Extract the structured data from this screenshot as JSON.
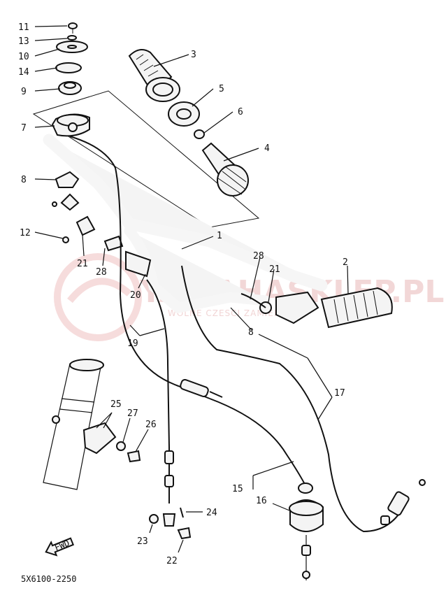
{
  "diagram": {
    "code": "5X6100-2250",
    "fwd_label": "FWD",
    "watermark": {
      "text": "YAMAHASKLEP.PL",
      "subtext": "WOLNE CZESCI ZAMIENNE"
    },
    "callouts": [
      {
        "id": "c11",
        "label": "11"
      },
      {
        "id": "c13",
        "label": "13"
      },
      {
        "id": "c10",
        "label": "10"
      },
      {
        "id": "c14",
        "label": "14"
      },
      {
        "id": "c9",
        "label": "9"
      },
      {
        "id": "c7",
        "label": "7"
      },
      {
        "id": "c8a",
        "label": "8"
      },
      {
        "id": "c12",
        "label": "12"
      },
      {
        "id": "c21a",
        "label": "21"
      },
      {
        "id": "c28a",
        "label": "28"
      },
      {
        "id": "c3",
        "label": "3"
      },
      {
        "id": "c5",
        "label": "5"
      },
      {
        "id": "c6",
        "label": "6"
      },
      {
        "id": "c4",
        "label": "4"
      },
      {
        "id": "c1",
        "label": "1"
      },
      {
        "id": "c28b",
        "label": "28"
      },
      {
        "id": "c21b",
        "label": "21"
      },
      {
        "id": "c2",
        "label": "2"
      },
      {
        "id": "c20",
        "label": "20"
      },
      {
        "id": "c19",
        "label": "19"
      },
      {
        "id": "c8b",
        "label": "8"
      },
      {
        "id": "c17",
        "label": "17"
      },
      {
        "id": "c25",
        "label": "25"
      },
      {
        "id": "c27",
        "label": "27"
      },
      {
        "id": "c26",
        "label": "26"
      },
      {
        "id": "c15",
        "label": "15"
      },
      {
        "id": "c16",
        "label": "16"
      },
      {
        "id": "c24",
        "label": "24"
      },
      {
        "id": "c23",
        "label": "23"
      },
      {
        "id": "c22",
        "label": "22"
      }
    ]
  }
}
